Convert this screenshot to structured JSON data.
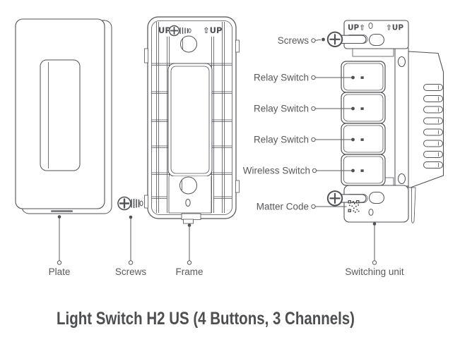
{
  "title": "Light Switch H2 US (4 Buttons, 3 Channels)",
  "colors": {
    "line": "#515256",
    "label": "#58595b",
    "title": "#4d4e50"
  },
  "bottom_labels": {
    "plate": "Plate",
    "screws": "Screws",
    "frame": "Frame",
    "switching_unit": "Switching unit"
  },
  "callouts": {
    "screws": "Screws",
    "relay_switch_1": "Relay Switch",
    "relay_switch_2": "Relay Switch",
    "relay_switch_3": "Relay Switch",
    "wireless_switch": "Wireless Switch",
    "matter_code": "Matter Code"
  },
  "markings": {
    "frame_up_left": "UP",
    "frame_up_right": "⇧UP",
    "unit_up_left": "UP⇧",
    "unit_up_right": "⇧UP"
  }
}
